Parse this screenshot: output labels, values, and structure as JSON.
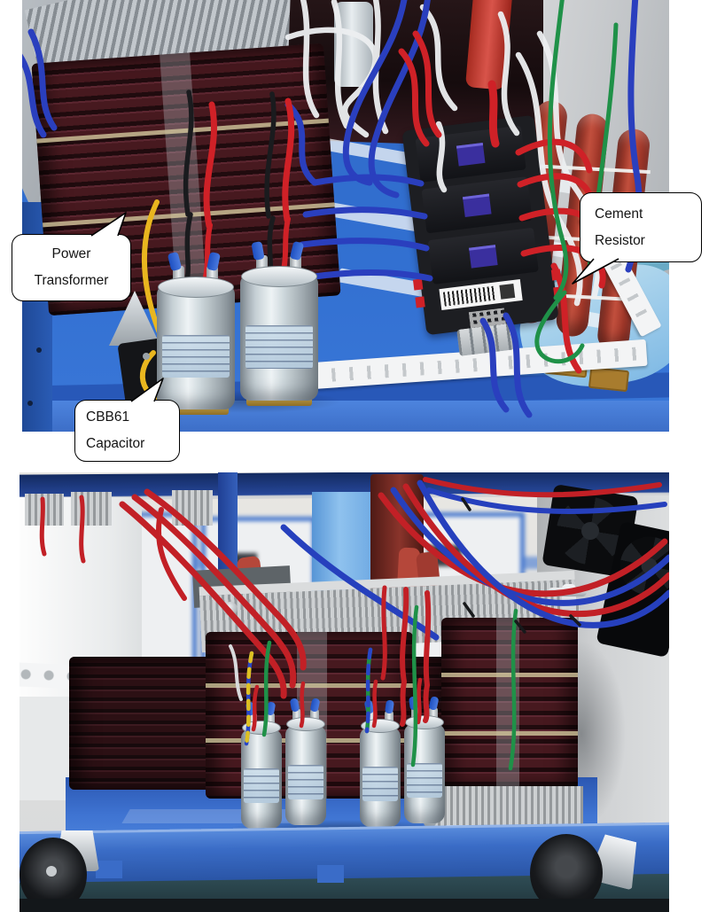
{
  "callouts": {
    "power_transformer": {
      "line1": "Power",
      "line2": "Transformer"
    },
    "cement_resistor": {
      "line1": "Cement",
      "line2": "Resistor"
    },
    "cbb61_capacitor": {
      "line1": "CBB61",
      "line2": "Capacitor"
    }
  },
  "colors": {
    "frame_blue": "#3a70cc",
    "coil_maroon": "#3f161c",
    "wire_red": "#c22026",
    "wire_blue": "#2a3fbe",
    "wire_yellow": "#e9b61f",
    "wire_green": "#1f9148",
    "resistor_red": "#b23c30",
    "capacitor_silver": "#cfd9dd",
    "callout_bg": "#ffffff",
    "callout_border": "#000000"
  }
}
